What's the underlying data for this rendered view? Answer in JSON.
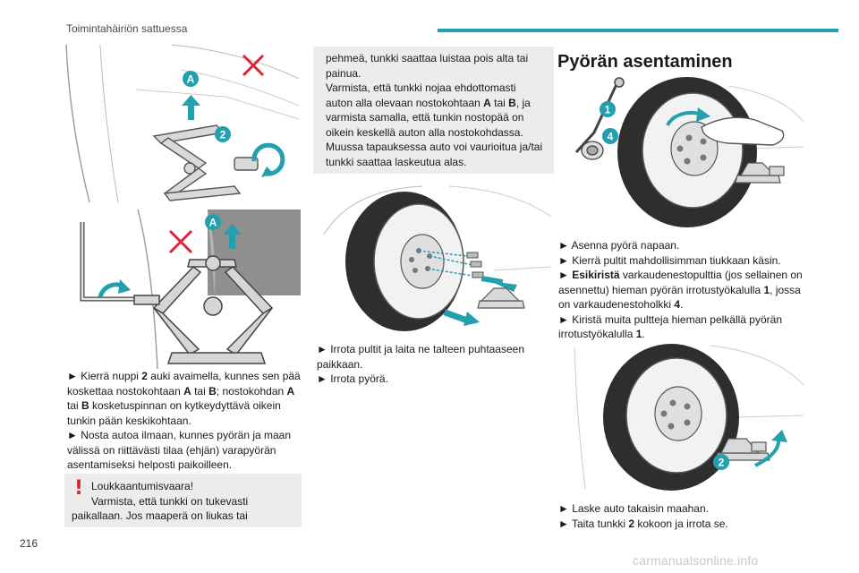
{
  "header": {
    "section": "Toimintahäiriön sattuessa",
    "accent_color": "#23a0ad"
  },
  "page_number": "216",
  "watermark": "carmanualsonline.info",
  "figures": {
    "jack_lift": {
      "labels": [
        "A",
        "2"
      ]
    },
    "jack_closeup": {
      "labels": [
        "A"
      ]
    },
    "wheel_remove": {
      "labels": []
    },
    "wheel_mount": {
      "labels": [
        "1",
        "4"
      ]
    },
    "wheel_lower": {
      "labels": [
        "2"
      ]
    }
  },
  "col1": {
    "p1_pre": "► Kierrä nuppi ",
    "p1_b1": "2",
    "p1_mid1": " auki avaimella, kunnes sen pää koskettaa nostokohtaan ",
    "p1_b2": "A",
    "p1_mid2": " tai ",
    "p1_b3": "B",
    "p1_mid3": "; nostokohdan ",
    "p1_b4": "A",
    "p1_mid4": " tai ",
    "p1_b5": "B",
    "p1_post": " kosketuspinnan on kytkeydyttävä oikein tunkin pään keskikohtaan.",
    "p2": "► Nosta autoa ilmaan, kunnes pyörän ja maan välissä on riittävästi tilaa (ehjän) varapyörän asentamiseksi helposti paikoilleen.",
    "warning_icon": "exclamation-icon",
    "warning_line1": "Loukkaantumisvaara!",
    "warning_line2": "Varmista, että tunkki on tukevasti paikallaan. Jos maaperä on liukas tai"
  },
  "col2": {
    "box_l1": "pehmeä, tunkki saattaa luistaa pois alta tai painua.",
    "box_l2_pre": "Varmista, että tunkki nojaa ehdottomasti auton alla olevaan nostokohtaan ",
    "box_b1": "A",
    "box_l2_mid": " tai ",
    "box_b2": "B",
    "box_l2_post": ", ja varmista samalla, että tunkin nostopää on oikein keskellä auton alla nostokohdassa.",
    "box_l3": "Muussa tapauksessa auto voi vaurioitua ja/tai tunkki saattaa laskeutua alas.",
    "p1": "► Irrota pultit ja laita ne talteen puhtaaseen paikkaan.",
    "p2": "► Irrota pyörä."
  },
  "col3": {
    "title": "Pyörän asentaminen",
    "l1": "► Asenna pyörä napaan.",
    "l2": "► Kierrä pultit mahdollisimman tiukkaan käsin.",
    "l3_pre": "► ",
    "l3_b1": "Esikiristä",
    "l3_mid": " varkaudenestopulttia (jos sellainen on asennettu) hieman pyörän irrotustyökalulla ",
    "l3_b2": "1",
    "l3_mid2": ", jossa on varkaudenestoholkki ",
    "l3_b3": "4",
    "l3_post": ".",
    "l4_pre": "► Kiristä muita pultteja hieman pelkällä pyörän irrotustyökalulla ",
    "l4_b": "1",
    "l4_post": ".",
    "l5": "► Laske auto takaisin maahan.",
    "l6_pre": "► Taita tunkki ",
    "l6_b": "2",
    "l6_post": " kokoon ja irrota se."
  }
}
